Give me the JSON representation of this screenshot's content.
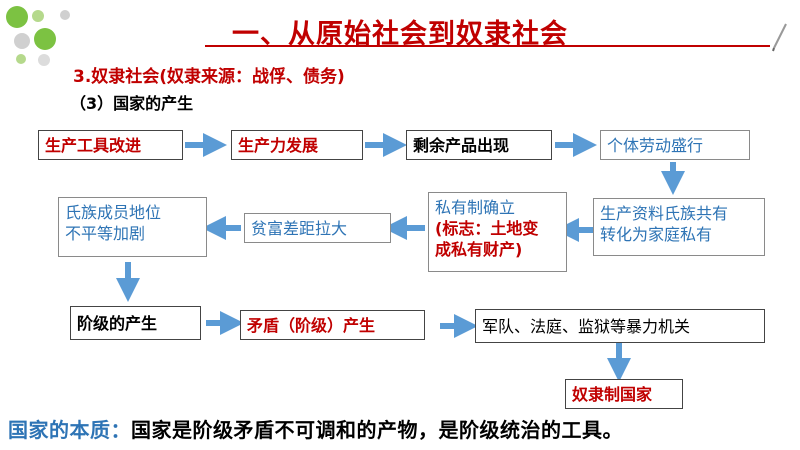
{
  "title": "一、从原始社会到奴隶社会",
  "subtitle1": "3.奴隶社会(奴隶来源：战俘、债务)",
  "subtitle2": "（3）国家的产生",
  "boxes": {
    "tools": "生产工具改进",
    "productivity": "生产力发展",
    "surplus": "剩余产品出现",
    "individual_labor": "个体劳动盛行",
    "private_ownership_line1": "生产资料氏族共有",
    "private_ownership_line2": "转化为家庭私有",
    "private_system_line1": "私有制确立",
    "private_system_line2": "(标志：土地变",
    "private_system_line3": "成私有财产)",
    "wealth_gap": "贫富差距拉大",
    "inequality_line1": "氏族成员地位",
    "inequality_line2": "不平等加剧",
    "classes": "阶级的产生",
    "conflict": "矛盾（阶级）产生",
    "violence": "军队、法庭、监狱等暴力机关",
    "slave_state": "奴隶制国家"
  },
  "footer": {
    "label": "国家的本质：",
    "text": "国家是阶级矛盾不可调和的产物，是阶级统治的工具。"
  },
  "colors": {
    "red": "#c00000",
    "blue": "#2e74b5",
    "arrow": "#5b9bd5"
  }
}
